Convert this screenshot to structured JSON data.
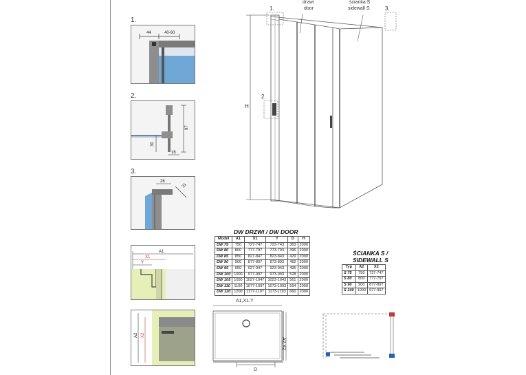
{
  "details": [
    {
      "number": "1.",
      "dims": [
        "44",
        "40-60"
      ]
    },
    {
      "number": "2.",
      "dims": [
        "97",
        "30",
        "16"
      ]
    },
    {
      "number": "3.",
      "dims": [
        "26",
        "31"
      ]
    }
  ],
  "main": {
    "door_label": "drzwi",
    "door_label_en": "door",
    "sidewall_label": "ścianka S",
    "sidewall_label_en": "sidewall S",
    "marker_1": "1.",
    "marker_2": "2.",
    "marker_3": "3.",
    "height_label": "H"
  },
  "dims_labels": {
    "a1": "A1",
    "x1": "X1",
    "y": "Y",
    "a2": "A2",
    "x2": "X2",
    "top_combined": "A1,X1,Y",
    "side_combined": "A2,X2",
    "d": "D"
  },
  "door_table": {
    "title": "DW DRZWI / DW DOOR",
    "headers": [
      "Model",
      "A1",
      "X1",
      "Y",
      "D",
      "H"
    ],
    "rows": [
      [
        "DW 75",
        "750",
        "727-747",
        "723-743",
        "363",
        "2000"
      ],
      [
        "DW 80",
        "800",
        "777-797",
        "773-793",
        "396",
        "2000"
      ],
      [
        "DW 85",
        "850",
        "827-847",
        "823-843",
        "429",
        "2000"
      ],
      [
        "DW 90",
        "900",
        "877-897",
        "873-893",
        "462",
        "2000"
      ],
      [
        "DW 95",
        "950",
        "927-947",
        "923-943",
        "495",
        "2000"
      ],
      [
        "DW 100",
        "1000",
        "977-997",
        "973-993",
        "528",
        "2000"
      ],
      [
        "DW 105",
        "1050",
        "1027-1047",
        "1023-1043",
        "561",
        "2000"
      ],
      [
        "DW 110",
        "1100",
        "1077-1097",
        "1073-1093",
        "594",
        "2000"
      ],
      [
        "DW 120",
        "1200",
        "1177-1197",
        "1173-1193",
        "660",
        "2000"
      ]
    ]
  },
  "side_table": {
    "title_line1": "ŚCIANKA S /",
    "title_line2": "SIDEWALL S",
    "headers": [
      "Typ",
      "A2",
      "X2"
    ],
    "rows": [
      [
        "S 75",
        "750",
        "727-747"
      ],
      [
        "S 80",
        "800",
        "777-797"
      ],
      [
        "S 90",
        "900",
        "877-897"
      ],
      [
        "S 100",
        "1000",
        "977-997"
      ]
    ]
  },
  "colors": {
    "frame": "#6f6f6f",
    "glass": "#6fa7d6",
    "wall": "#e6efb8",
    "accent_blue": "#2e5fb0",
    "accent_red": "#c0393b"
  }
}
